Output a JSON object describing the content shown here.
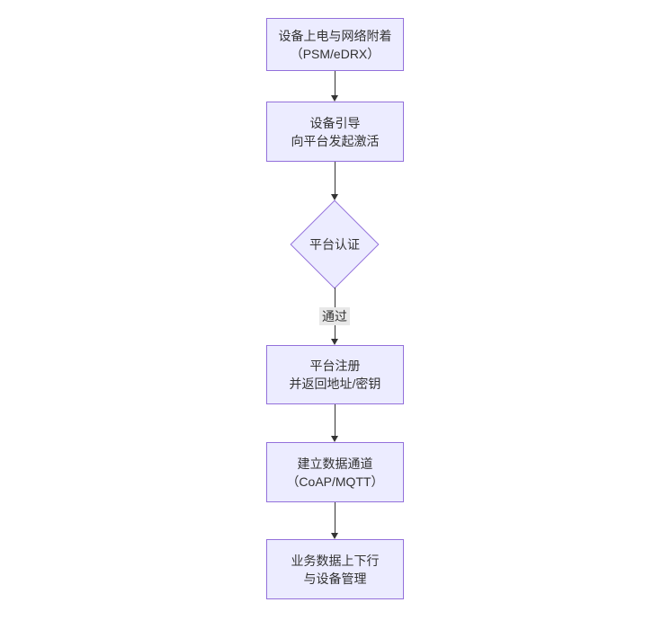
{
  "diagram": {
    "type": "flowchart-vertical",
    "colors": {
      "background": "#ffffff",
      "node_fill": "#ECECFF",
      "node_border": "#9370DB",
      "text": "#333333",
      "arrow": "#333333",
      "edge_label_bg": "#e8e8e8"
    },
    "nodes": [
      {
        "id": "power-attach",
        "shape": "rect",
        "lines": [
          "设备上电与网络附着",
          "（PSM/eDRX）"
        ]
      },
      {
        "id": "bootstrap",
        "shape": "rect",
        "lines": [
          "设备引导",
          "向平台发起激活"
        ]
      },
      {
        "id": "platform-auth",
        "shape": "diamond",
        "lines": [
          "平台认证"
        ]
      },
      {
        "id": "platform-register",
        "shape": "rect",
        "lines": [
          "平台注册",
          "并返回地址/密钥"
        ]
      },
      {
        "id": "data-channel",
        "shape": "rect",
        "lines": [
          "建立数据通道",
          "（CoAP/MQTT）"
        ]
      },
      {
        "id": "business-data",
        "shape": "rect",
        "lines": [
          "业务数据上下行",
          "与设备管理"
        ]
      }
    ],
    "edges": [
      {
        "from": "power-attach",
        "to": "bootstrap",
        "label": ""
      },
      {
        "from": "bootstrap",
        "to": "platform-auth",
        "label": ""
      },
      {
        "from": "platform-auth",
        "to": "platform-register",
        "label": "通过"
      },
      {
        "from": "platform-register",
        "to": "data-channel",
        "label": ""
      },
      {
        "from": "data-channel",
        "to": "business-data",
        "label": ""
      }
    ]
  }
}
